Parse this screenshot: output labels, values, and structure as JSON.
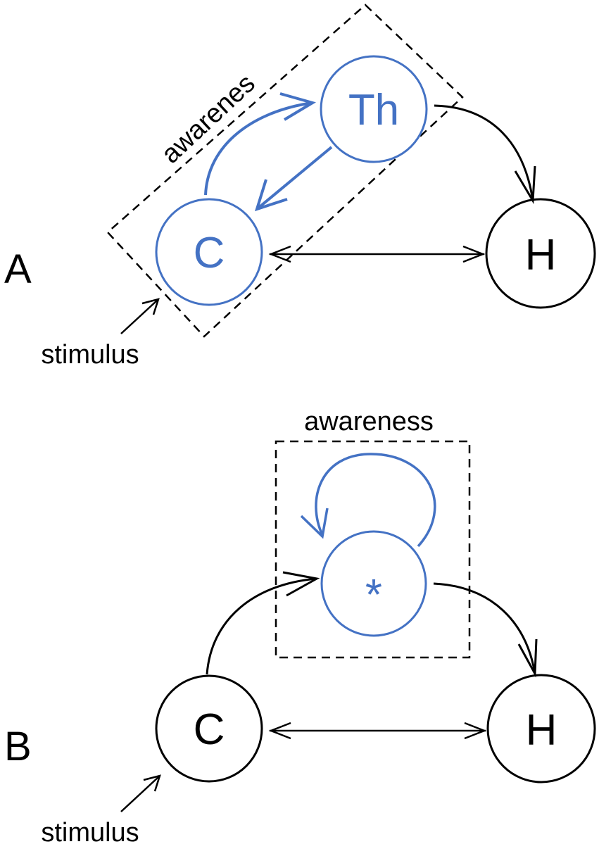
{
  "colors": {
    "accent": "#4472C4",
    "ink": "#000000",
    "background": "#FFFFFF"
  },
  "panel_a": {
    "label": "A",
    "awareness_label": "awarenes",
    "stimulus_label": "stimulus",
    "nodes": {
      "th": "Th",
      "c": "C",
      "h": "H"
    }
  },
  "panel_b": {
    "label": "B",
    "awareness_label": "awareness",
    "stimulus_label": "stimulus",
    "nodes": {
      "star": "*",
      "c": "C",
      "h": "H"
    }
  }
}
